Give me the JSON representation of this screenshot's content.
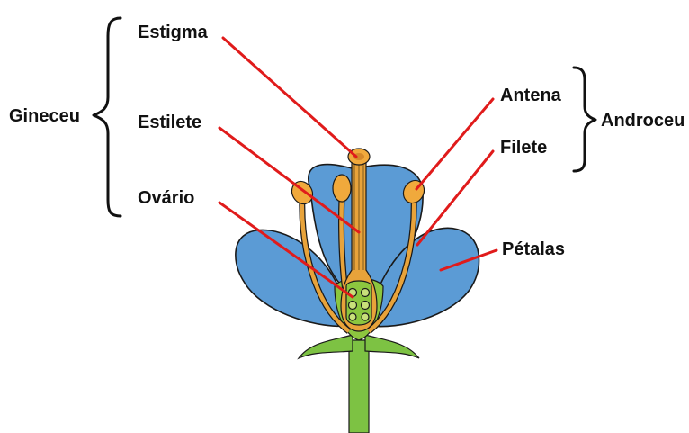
{
  "labels": {
    "estigma": "Estigma",
    "estilete": "Estilete",
    "ovario": "Ovário",
    "gineceu": "Gineceu",
    "antena": "Antena",
    "filete": "Filete",
    "androceu": "Androceu",
    "petalas": "Pétalas"
  },
  "colors": {
    "petal": "#5b9bd5",
    "petal_shadow": "#4a88c2",
    "stamen": "#e8a33a",
    "anther": "#f0a93c",
    "pistil": "#8cc63f",
    "stem": "#7dc243",
    "leader": "#e01b1b",
    "text": "#111111"
  }
}
